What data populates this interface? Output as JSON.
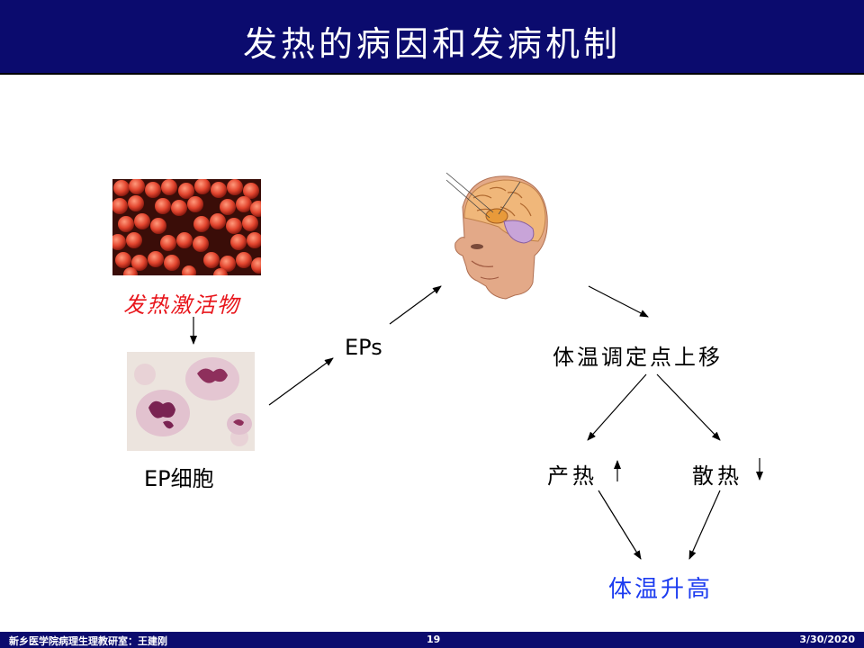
{
  "slide": {
    "title": "发热的病因和发病机制",
    "footer_left": "新乡医学院病理生理教研室：王建刚",
    "footer_page": "19",
    "footer_date": "3/30/2020"
  },
  "diagram": {
    "activator": "发热激活物",
    "ep_cell": "EP细胞",
    "eps": "EPs",
    "set_point": "体温调定点上移",
    "heat_prod": "产热",
    "heat_loss": "散热",
    "result": "体温升高"
  },
  "colors": {
    "title_bar": "#0b0b6e",
    "activator_text": "#e8141a",
    "result_text": "#1c3cf0"
  }
}
